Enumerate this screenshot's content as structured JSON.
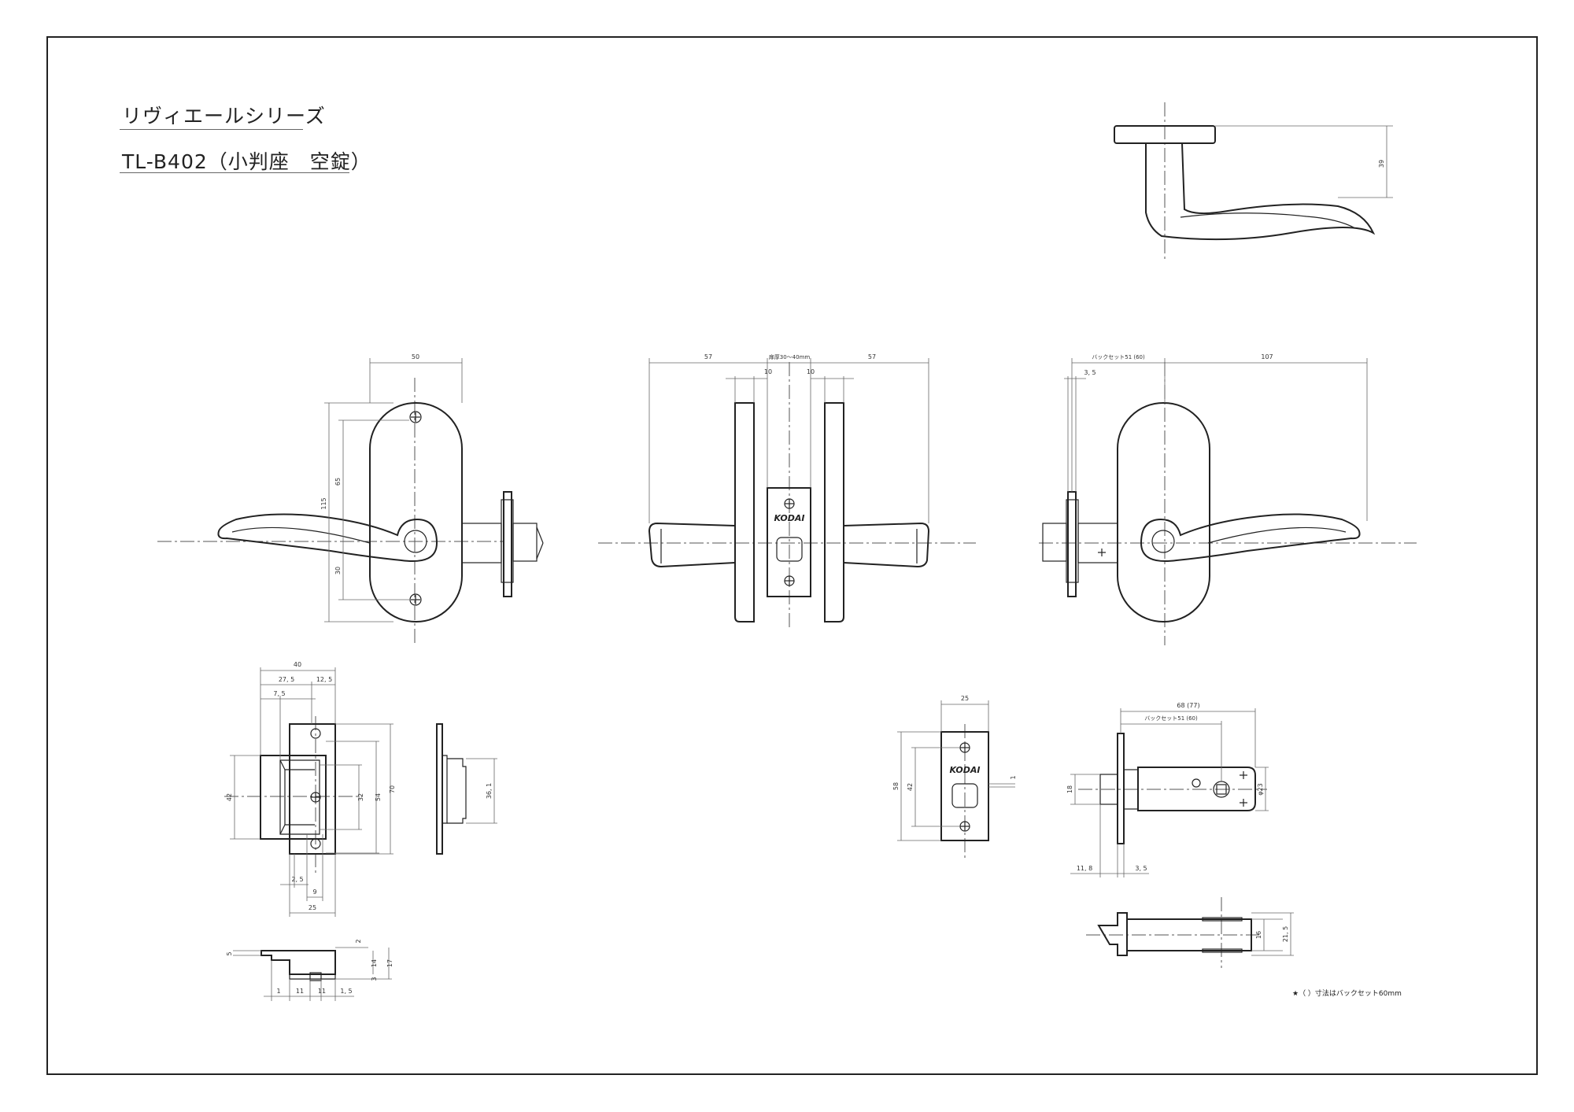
{
  "header": {
    "series_name": "リヴィエールシリーズ",
    "model_name": "TL-B402（小判座　空錠）"
  },
  "labels": {
    "brand_mark": "KODAI",
    "footnote": "★（ ）寸法はバックセット60mm"
  },
  "dims": {
    "top_handle_h": "39",
    "front_width": "50",
    "front_115": "115",
    "front_65": "65",
    "front_30": "30",
    "side_57_left": "57",
    "side_range": "扉厚30～40mm",
    "side_57_right": "57",
    "side_10_left": "10",
    "side_10_right": "10",
    "back_backset": "バックセット51 (60)",
    "back_107": "107",
    "back_35": "3, 5",
    "strike_40": "40",
    "strike_275": "27, 5",
    "strike_125": "12, 5",
    "strike_75": "7, 5",
    "strike_42": "42",
    "strike_32": "32",
    "strike_54": "54",
    "strike_70": "70",
    "strike_25a": "2, 5",
    "strike_9": "9",
    "strike_25": "25",
    "strike_side_361": "36, 1",
    "box_5": "5",
    "box_2": "2",
    "box_14": "14",
    "box_17": "17",
    "box_3": "3",
    "box_1": "1",
    "box_11a": "11",
    "box_11b": "11",
    "box_15": "1, 5",
    "face_25": "25",
    "face_58": "58",
    "face_42": "42",
    "face_1": "1",
    "latch_68": "68 (77)",
    "latch_backset": "バックセット51 (60)",
    "latch_18": "18",
    "latch_phi23": "φ23",
    "latch_118": "11, 8",
    "latch_35": "3, 5",
    "latch_16": "16",
    "latch_215": "21, 5"
  },
  "colors": {
    "line": "#222222",
    "dim": "#555555"
  }
}
